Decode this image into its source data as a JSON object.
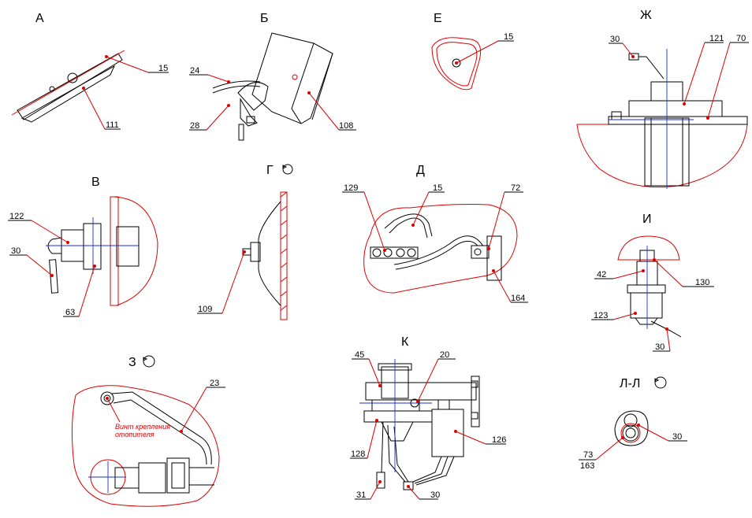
{
  "views": [
    "А",
    "Б",
    "Е",
    "Ж",
    "В",
    "Г",
    "Д",
    "И",
    "З",
    "К",
    "Л-Л"
  ],
  "callouts": {
    "a": [
      "15",
      "111"
    ],
    "b": [
      "24",
      "28",
      "108"
    ],
    "e": [
      "15"
    ],
    "zh": [
      "30",
      "121",
      "70"
    ],
    "v": [
      "122",
      "30",
      "63"
    ],
    "g": [
      "109"
    ],
    "d": [
      "129",
      "15",
      "72",
      "164"
    ],
    "i": [
      "42",
      "130",
      "123",
      "30"
    ],
    "z": [
      "23"
    ],
    "k": [
      "45",
      "20",
      "128",
      "126",
      "31",
      "30"
    ],
    "ll": [
      "73",
      "163",
      "30"
    ]
  },
  "notes": [
    "Винт крепления",
    "отопителя"
  ],
  "colors": {
    "outline": "#d00000",
    "centerline": "#1a2fd0",
    "line": "#000000"
  }
}
